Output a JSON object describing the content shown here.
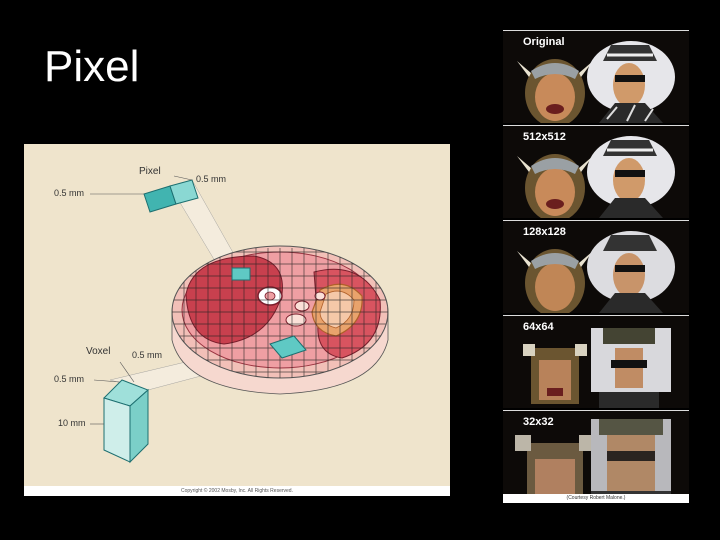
{
  "slide": {
    "title": "Pixel"
  },
  "diagram": {
    "pixel_label": "Pixel",
    "pixel_dim_top": "0.5 mm",
    "pixel_dim_left": "0.5 mm",
    "voxel_label": "Voxel",
    "voxel_dim_top": "0.5 mm",
    "voxel_dim_left": "0.5 mm",
    "voxel_depth": "10 mm",
    "copyright": "Copyright © 2002 Mosby, Inc. All Rights Reserved."
  },
  "photos": {
    "panels": [
      {
        "label": "Original"
      },
      {
        "label": "512x512"
      },
      {
        "label": "128x128"
      },
      {
        "label": "64x64"
      },
      {
        "label": "32x32"
      }
    ],
    "credit": "(Courtesy Robert Malone.)"
  }
}
